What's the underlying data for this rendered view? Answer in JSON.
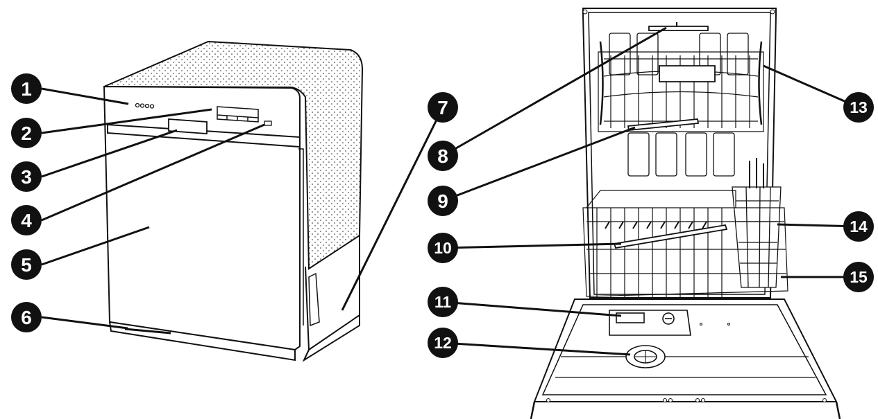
{
  "callouts": [
    {
      "id": "1",
      "label": "1"
    },
    {
      "id": "2",
      "label": "2"
    },
    {
      "id": "3",
      "label": "3"
    },
    {
      "id": "4",
      "label": "4"
    },
    {
      "id": "5",
      "label": "5"
    },
    {
      "id": "6",
      "label": "6"
    },
    {
      "id": "7",
      "label": "7"
    },
    {
      "id": "8",
      "label": "8"
    },
    {
      "id": "9",
      "label": "9"
    },
    {
      "id": "10",
      "label": "10"
    },
    {
      "id": "11",
      "label": "11"
    },
    {
      "id": "12",
      "label": "12"
    },
    {
      "id": "13",
      "label": "13"
    },
    {
      "id": "14",
      "label": "14"
    },
    {
      "id": "15",
      "label": "15"
    }
  ],
  "colors": {
    "ink": "#111111",
    "paper": "#ffffff",
    "callout_fill": "#111111"
  }
}
